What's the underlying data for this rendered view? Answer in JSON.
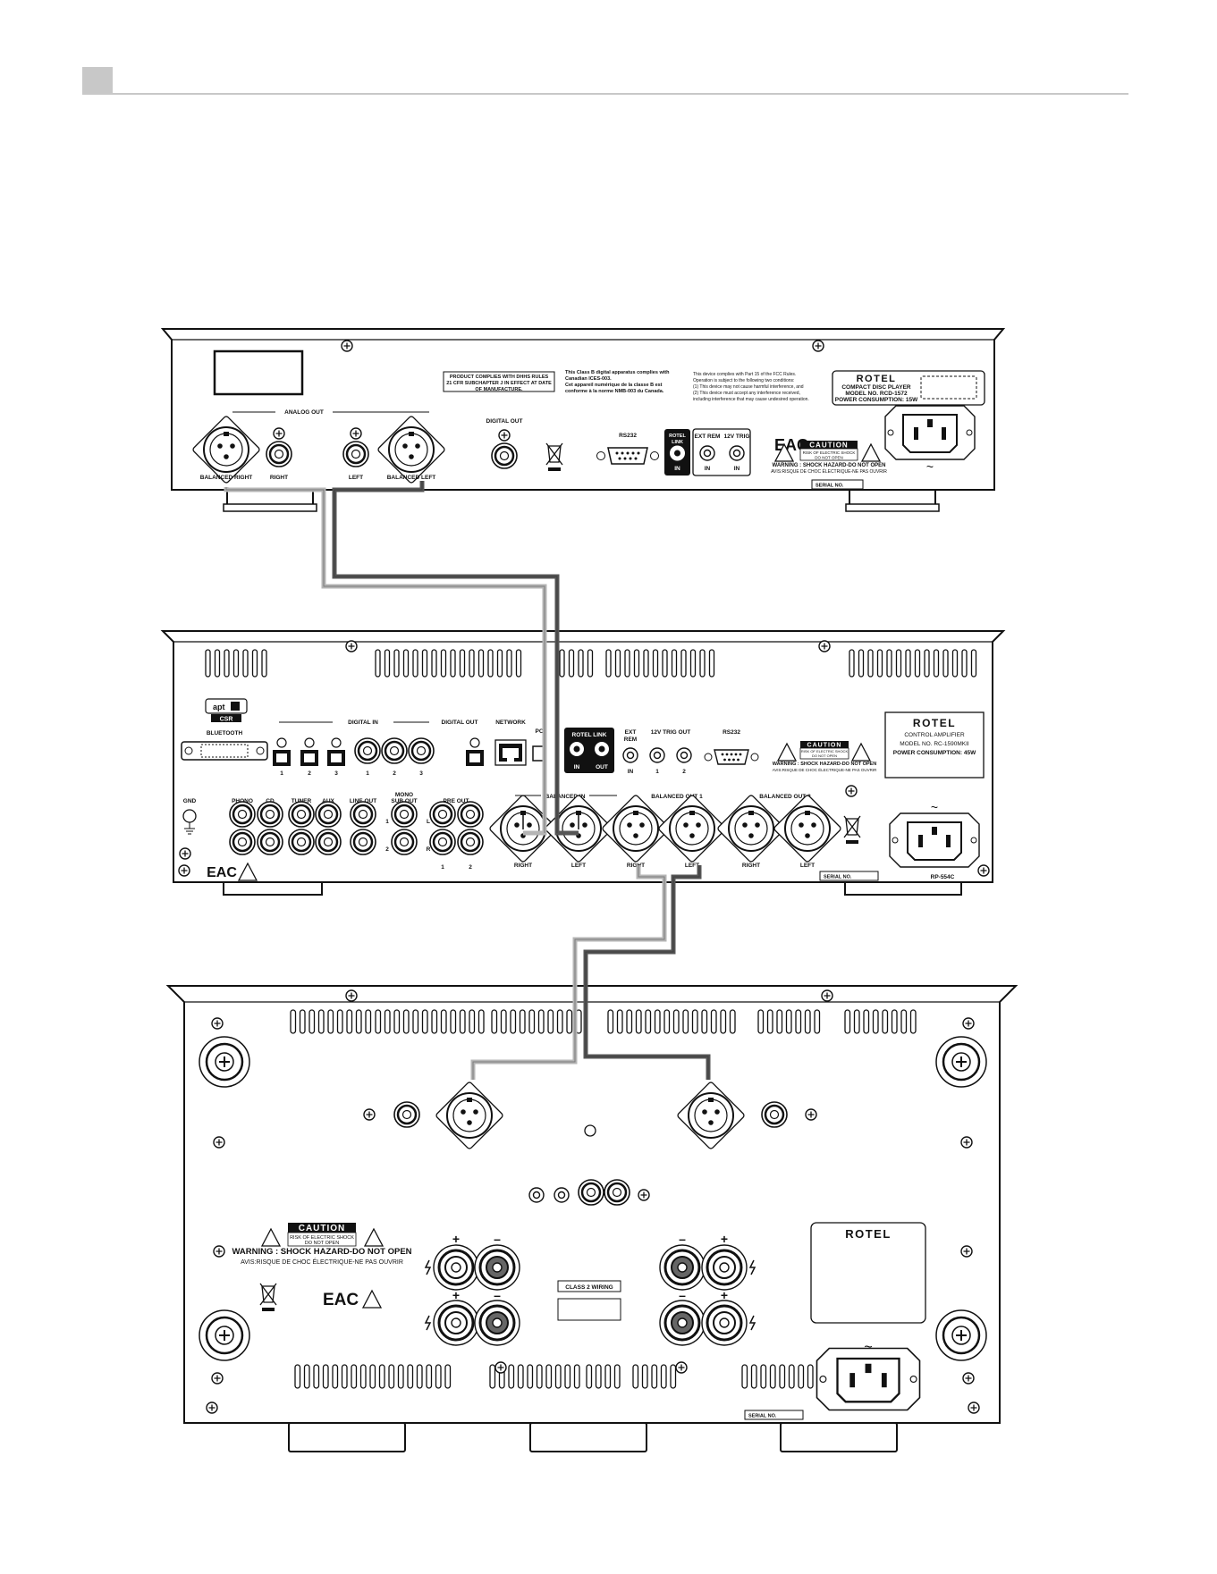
{
  "cd_player": {
    "analog_out": "ANALOG OUT",
    "balanced_right": "BALANCED RIGHT",
    "right": "RIGHT",
    "left": "LEFT",
    "balanced_left": "BALANCED LEFT",
    "digital_out": "DIGITAL OUT",
    "rs232": "RS232",
    "rotel_link_1": "ROTEL",
    "rotel_link_2": "LINK",
    "in": "IN",
    "ext_rem": "EXT REM",
    "trig": "12V TRIG",
    "dhhs_1": "PRODUCT COMPLIES WITH DHHS RULES",
    "dhhs_2": "21 CFR SUBCHAPTER J IN EFFECT AT DATE",
    "dhhs_3": "OF MANUFACTURE.",
    "ices_1": "This Class B digital apparatus complies with",
    "ices_2": "Canadian ICES-003.",
    "ices_3": "Cet appareil numérique de la classe B est",
    "ices_4": "conforme à la norme NMB-003 du Canada.",
    "fcc_1": "This device complies with Part 15 of the FCC Rules.",
    "fcc_2": "Operation is subject to the following two conditions:",
    "fcc_3": "(1) This device may not cause harmful interference, and",
    "fcc_4": "(2) This device must accept any interference received,",
    "fcc_5": "including interference that may cause undesired operation.",
    "brand": "ROTEL",
    "label_1": "COMPACT DISC PLAYER",
    "label_2": "MODEL NO. RCD-1572",
    "label_3": "POWER CONSUMPTION: 15W",
    "caution": "CAUTION",
    "risk_1": "RISK OF ELECTRIC SHOCK",
    "risk_2": "DO NOT OPEN",
    "warning": "WARNING : SHOCK HAZARD-DO NOT OPEN",
    "avis": "AVIS:RISQUE DE CHOC ÉLECTRIQUE-NE PAS OUVRIR",
    "serial": "SERIAL NO.",
    "tilde": "~"
  },
  "amplifier": {
    "csr": "CSR",
    "bluetooth": "BLUETOOTH",
    "digital_in": "DIGITAL IN",
    "digital_out": "DIGITAL OUT",
    "network": "NETWORK",
    "pc_usb": "PC",
    "rotel_link": "ROTEL LINK",
    "in": "IN",
    "out": "OUT",
    "ext": "EXT",
    "rem": "REM",
    "trig_out": "12V TRIG OUT",
    "rs232": "RS232",
    "n1": "1",
    "n2": "2",
    "n3": "3",
    "caution": "CAUTION",
    "risk_1": "RISK OF ELECTRIC SHOCK",
    "risk_2": "DO NOT OPEN",
    "warning": "WARNING : SHOCK HAZARD-DO NOT OPEN",
    "avis": "AVIS:RISQUE DE CHOC ÉLECTRIQUE-NE PAS OUVRIR",
    "brand": "ROTEL",
    "label_1": "CONTROL AMPLIFIER",
    "label_2": "MODEL NO. RC-1590MKII",
    "label_3": "POWER CONSUMPTION: 45W",
    "gnd": "GND",
    "phono": "PHONO",
    "cd": "CD",
    "tuner": "TUNER",
    "aux": "AUX",
    "line_out": "LINE OUT",
    "mono_1": "MONO",
    "mono_2": "SUB OUT",
    "pre_out": "PRE OUT",
    "l": "L",
    "r": "R",
    "balanced_in": "BALANCED IN",
    "balanced_out_1": "BALANCED OUT 1",
    "balanced_out_2": "BALANCED OUT 2",
    "right": "RIGHT",
    "left": "LEFT",
    "tilde": "~",
    "eac": "EAC",
    "serial": "SERIAL NO.",
    "part_no": "RP-554C"
  },
  "power_amp": {
    "caution": "CAUTION",
    "risk_1": "RISK OF ELECTRIC SHOCK",
    "risk_2": "DO NOT OPEN",
    "warning": "WARNING : SHOCK HAZARD-DO NOT OPEN",
    "avis": "AVIS:RISQUE DE CHOC ÉLECTRIQUE-NE PAS OUVRIR",
    "eac": "EAC",
    "plus": "+",
    "minus": "–",
    "class2": "CLASS 2 WIRING",
    "brand": "ROTEL",
    "tilde": "~",
    "serial": "SERIAL NO."
  },
  "colors": {
    "cable_light": "#b5b5b5",
    "cable_dark": "#555555",
    "header_block": "#c8c8c8",
    "header_rule": "#c8c8c8"
  }
}
